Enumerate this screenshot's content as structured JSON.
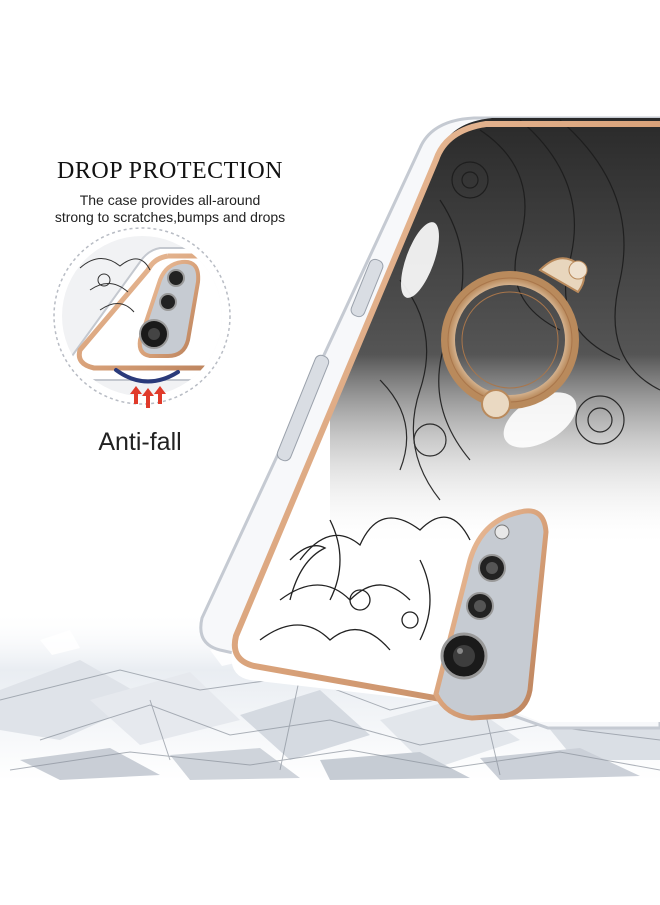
{
  "heading": "DROP PROTECTION",
  "description_lines": [
    "The case provides all-around",
    "strong to scratches,bumps and drops"
  ],
  "badge_label": "Anti-fall",
  "colors": {
    "case_trim": "#d9a27a",
    "pattern_ink": "#1c1c1c",
    "arrow_red": "#e03a2a",
    "curve_blue": "#2a3a7a",
    "shatter_gray": "#c9ced6"
  },
  "icons": [
    "ring-holder-icon",
    "camera-lens-icon",
    "up-arrow-icon"
  ]
}
